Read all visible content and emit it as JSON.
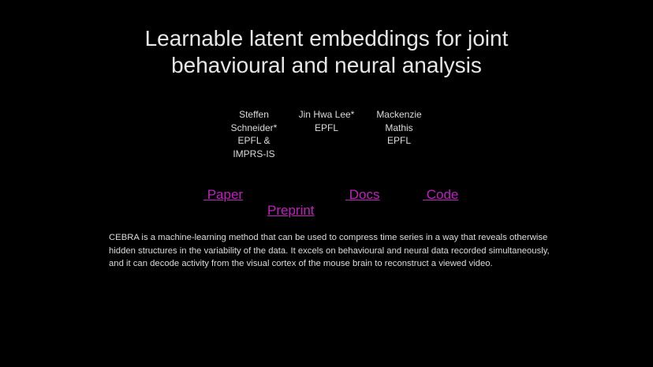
{
  "title": {
    "line1": "Learnable latent embeddings for joint",
    "line2": "behavioural and neural analysis"
  },
  "authors": [
    {
      "name_lines": [
        "Steffen",
        "Schneider*"
      ],
      "affiliation_lines": [
        "EPFL &",
        "IMPRS-IS"
      ]
    },
    {
      "name_lines": [
        "Jin Hwa Lee*"
      ],
      "affiliation_lines": [
        "EPFL"
      ]
    },
    {
      "name_lines": [
        "Mackenzie",
        "Mathis"
      ],
      "affiliation_lines": [
        "EPFL"
      ]
    }
  ],
  "links": {
    "paper": " Paper",
    "docs": " Docs",
    "code": " Code",
    "preprint": "Preprint"
  },
  "description": "CEBRA is a machine-learning method that can be used to compress time series in a way that reveals otherwise hidden structures in the variability of the data. It excels on behavioural and neural data recorded simultaneously, and it can decode activity from the visual cortex of the mouse brain to reconstruct a viewed video.",
  "colors": {
    "background": "#000000",
    "text": "#dcdcdc",
    "link": "#c020c0"
  }
}
